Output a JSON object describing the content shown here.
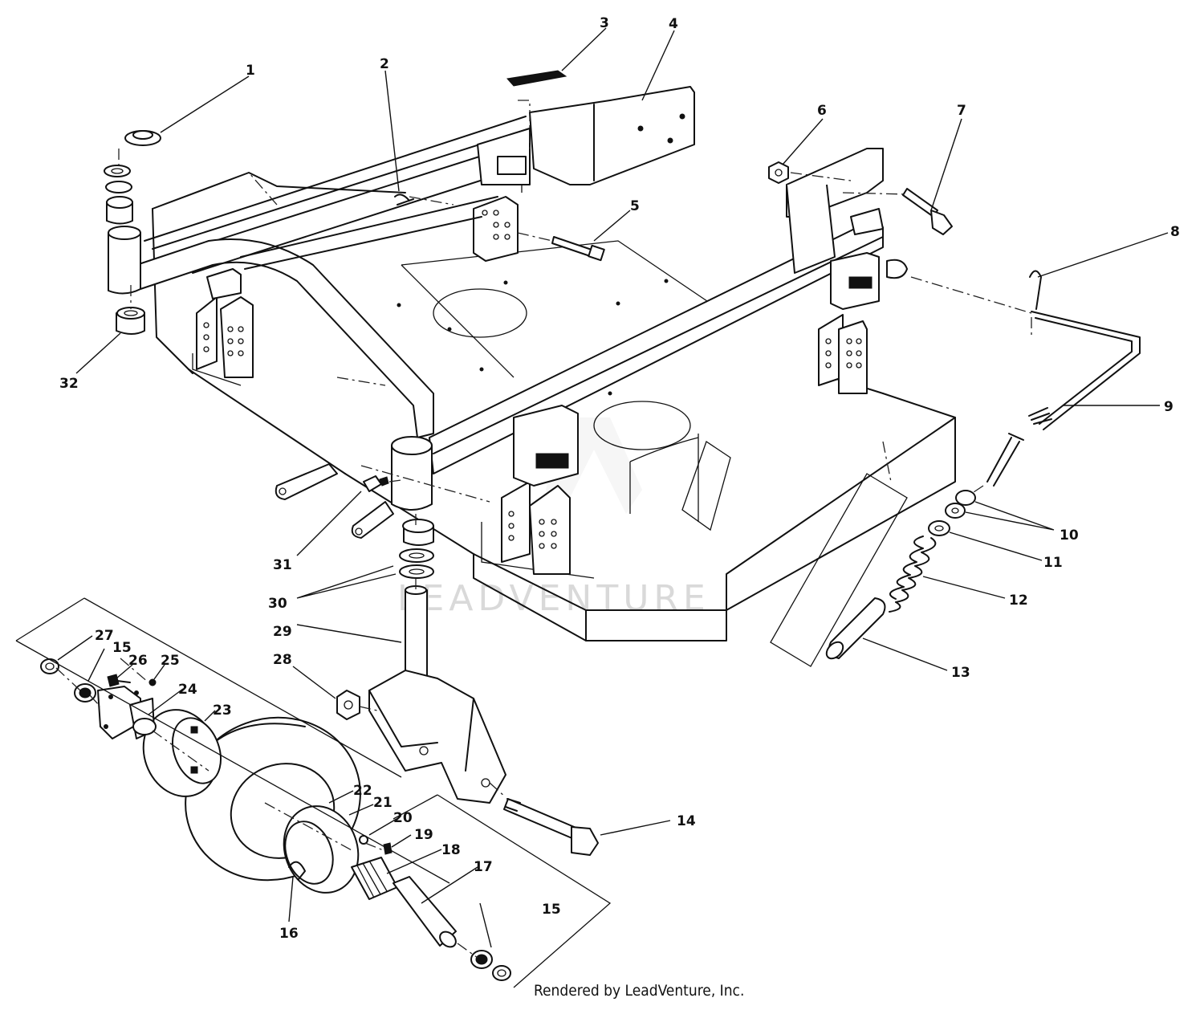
{
  "diagram": {
    "watermark": "LEADVENTURE",
    "footer": "Rendered by LeadVenture, Inc.",
    "callouts": [
      {
        "id": "c1",
        "text": "1"
      },
      {
        "id": "c2",
        "text": "2"
      },
      {
        "id": "c3",
        "text": "3"
      },
      {
        "id": "c4",
        "text": "4"
      },
      {
        "id": "c5",
        "text": "5"
      },
      {
        "id": "c6",
        "text": "6"
      },
      {
        "id": "c7",
        "text": "7"
      },
      {
        "id": "c8",
        "text": "8"
      },
      {
        "id": "c9",
        "text": "9"
      },
      {
        "id": "c10",
        "text": "10"
      },
      {
        "id": "c11",
        "text": "11"
      },
      {
        "id": "c12",
        "text": "12"
      },
      {
        "id": "c13",
        "text": "13"
      },
      {
        "id": "c14",
        "text": "14"
      },
      {
        "id": "c15a",
        "text": "15"
      },
      {
        "id": "c15b",
        "text": "15"
      },
      {
        "id": "c16",
        "text": "16"
      },
      {
        "id": "c17",
        "text": "17"
      },
      {
        "id": "c18",
        "text": "18"
      },
      {
        "id": "c19",
        "text": "19"
      },
      {
        "id": "c20",
        "text": "20"
      },
      {
        "id": "c21",
        "text": "21"
      },
      {
        "id": "c22",
        "text": "22"
      },
      {
        "id": "c23",
        "text": "23"
      },
      {
        "id": "c24",
        "text": "24"
      },
      {
        "id": "c25",
        "text": "25"
      },
      {
        "id": "c26",
        "text": "26"
      },
      {
        "id": "c27",
        "text": "27"
      },
      {
        "id": "c28",
        "text": "28"
      },
      {
        "id": "c29",
        "text": "29"
      },
      {
        "id": "c30",
        "text": "30"
      },
      {
        "id": "c31",
        "text": "31"
      },
      {
        "id": "c32",
        "text": "32"
      }
    ]
  }
}
